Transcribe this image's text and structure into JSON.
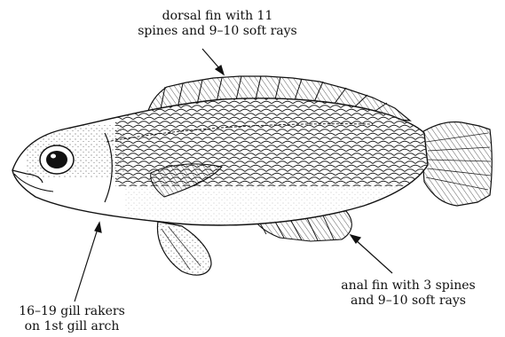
{
  "annotations": {
    "dorsal": {
      "line1": "dorsal fin with 11",
      "line2": "spines and 9–10 soft rays"
    },
    "anal": {
      "line1": "anal fin with 3 spines",
      "line2": "and 9–10 soft rays"
    },
    "gill": {
      "line1": "16–19 gill rakers",
      "line2": "on 1st  gill arch"
    }
  },
  "colors": {
    "ink": "#111111",
    "background": "#ffffff"
  }
}
